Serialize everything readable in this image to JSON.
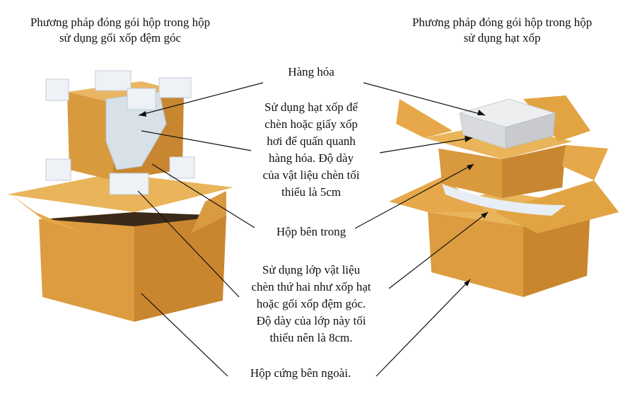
{
  "titles": {
    "left": [
      "Phương pháp đóng gói hộp trong hộp",
      "sử dụng gối xốp đệm góc"
    ],
    "right": [
      "Phương pháp đóng gói hộp trong hộp",
      "sử dụng hạt xốp"
    ]
  },
  "labels": {
    "goods": "Hàng hóa",
    "filler": [
      "Sử dụng hạt xốp để",
      "chèn hoặc giấy xốp",
      "hơi để quấn quanh",
      "hàng hóa. Độ dày",
      "của vật liệu chèn tối",
      "thiểu là 5cm"
    ],
    "inner_box": "Hộp bên trong",
    "second_layer": [
      "Sử dụng lớp vật liệu",
      "chèn  thứ hai như xốp hạt",
      "hoặc gối xốp đệm góc.",
      "Độ dày của lớp này tối",
      "thiểu nên là 8cm."
    ],
    "outer_box": "Hộp cứng bên ngoài."
  },
  "colors": {
    "cardboard": "#e2a443",
    "cardboard_dark": "#b8782a",
    "foam": "#eef2f7",
    "line": "#111111"
  }
}
